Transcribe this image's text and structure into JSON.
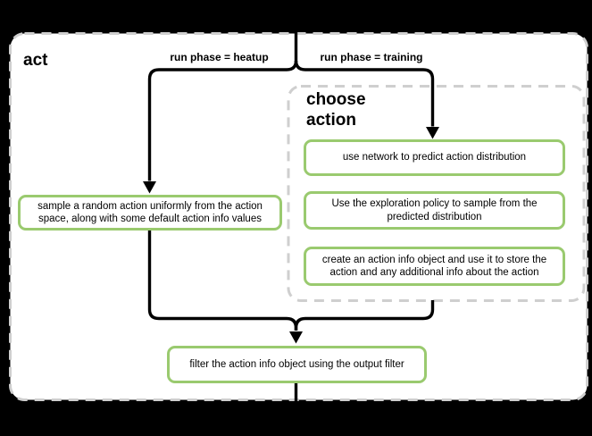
{
  "title": "act",
  "branches": {
    "heatup_label": "run phase = heatup",
    "training_label": "run phase = training"
  },
  "group": {
    "title": "choose action"
  },
  "nodes": {
    "sample_random": "sample a random action uniformly from the action space, along with some default action info values",
    "use_network": "use network to predict action distribution",
    "exploration_policy": "Use the exploration policy to sample from the predicted distribution",
    "create_action_info": "create an action info object and use it to store the action and any additional info about the action",
    "filter_output": "filter the action info object using the output filter"
  },
  "colors": {
    "background": "#000000",
    "surface": "#ffffff",
    "node_border": "#9aca6f",
    "dashed_border": "#cfcfcf",
    "connector": "#000000",
    "text": "#000000"
  }
}
